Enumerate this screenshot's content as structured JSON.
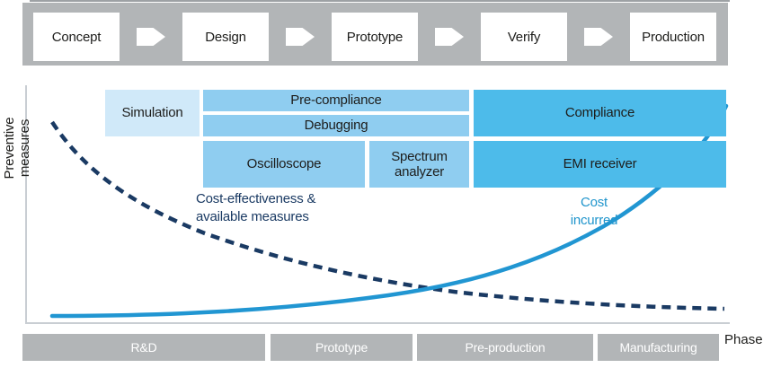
{
  "flow": {
    "stages": [
      "Concept",
      "Design",
      "Prototype",
      "Verify",
      "Production"
    ]
  },
  "chart": {
    "y_axis_label": "Preventive measures",
    "x_axis_label": "Phase",
    "measures": {
      "simulation": "Simulation",
      "pre_compliance": "Pre-compliance",
      "debugging": "Debugging",
      "compliance": "Compliance",
      "oscilloscope": "Oscilloscope",
      "spectrum_analyzer": "Spectrum analyzer",
      "emi_receiver": "EMI receiver"
    },
    "annotations": {
      "cost_effectiveness": "Cost-effectiveness &\navailable measures",
      "cost_incurred": "Cost\nincurred"
    }
  },
  "phases": [
    "R&D",
    "Prototype",
    "Pre-production",
    "Manufacturing"
  ],
  "colors": {
    "bar_gray": "#b2b5b7",
    "box_blue_light": "#d0e9f9",
    "box_blue_mid": "#8fcdf0",
    "box_blue_strong": "#4dbbea",
    "curve_navy_dashed": "#1a3a63",
    "curve_blue_solid": "#2196d2",
    "cost_incurred_text": "#2095cc",
    "axis_gray": "#c9ced3",
    "phase_text": "#ffffff"
  },
  "chart_data": {
    "type": "line",
    "x_axis": {
      "label": "Phase",
      "categories": [
        "R&D",
        "Prototype",
        "Pre-production",
        "Manufacturing"
      ]
    },
    "y_axis": {
      "label": "Preventive measures"
    },
    "series": [
      {
        "name": "Cost-effectiveness & available measures",
        "style": "dashed",
        "color": "#1a3a63",
        "trend": "decreasing",
        "points_relative": [
          [
            0.0,
            0.95
          ],
          [
            0.1,
            0.66
          ],
          [
            0.2,
            0.48
          ],
          [
            0.35,
            0.33
          ],
          [
            0.55,
            0.17
          ],
          [
            0.7,
            0.11
          ],
          [
            0.85,
            0.08
          ],
          [
            1.0,
            0.06
          ]
        ]
      },
      {
        "name": "Cost incurred",
        "style": "solid",
        "color": "#2196d2",
        "trend": "increasing",
        "points_relative": [
          [
            0.0,
            0.03
          ],
          [
            0.2,
            0.04
          ],
          [
            0.4,
            0.09
          ],
          [
            0.55,
            0.16
          ],
          [
            0.7,
            0.3
          ],
          [
            0.82,
            0.5
          ],
          [
            0.92,
            0.73
          ],
          [
            1.0,
            0.95
          ]
        ]
      }
    ]
  }
}
